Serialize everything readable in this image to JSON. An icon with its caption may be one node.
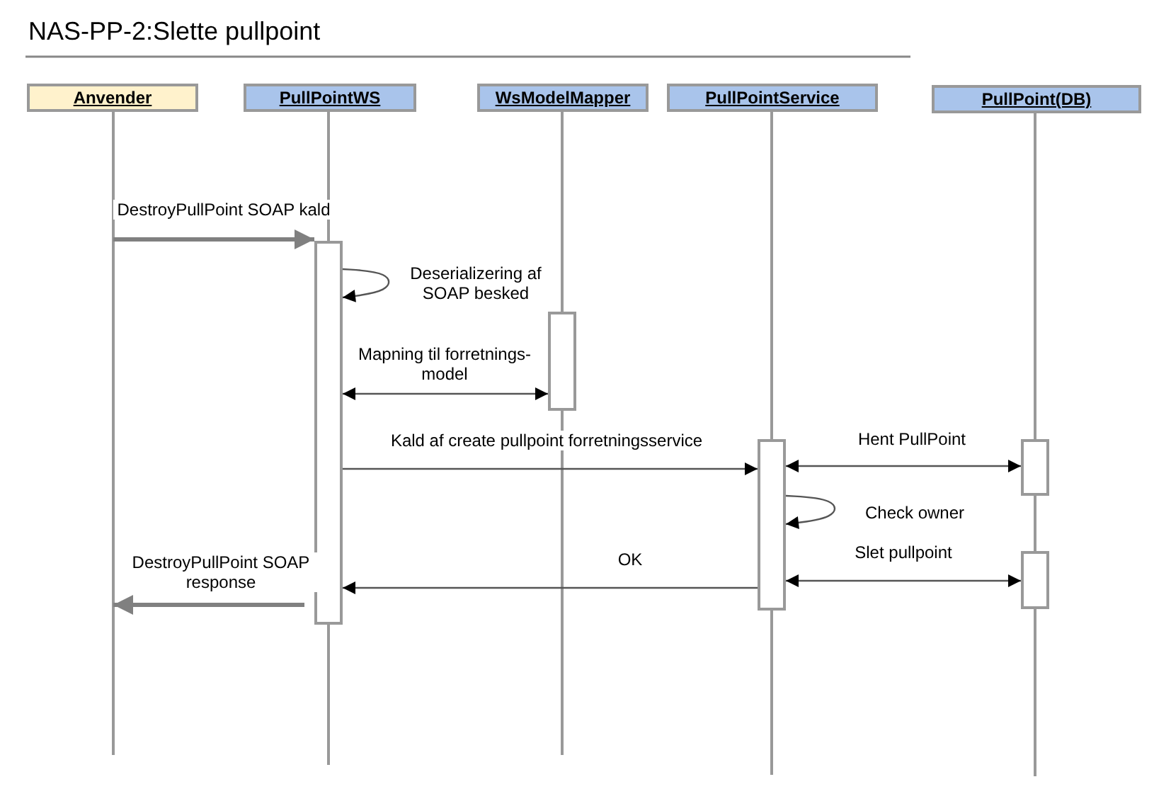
{
  "diagram": {
    "title": "NAS-PP-2:Slette pullpoint",
    "nodes": [
      {
        "text": [
          "Anvender"
        ]
      },
      {
        "text": [
          "PullPointWS"
        ]
      },
      {
        "text": [
          "WsModelMapper"
        ]
      },
      {
        "text": [
          "PullPointService"
        ]
      },
      {
        "text": [
          "PullPoint(DB)"
        ]
      },
      {
        "text": [],
        "shape": "bar",
        "in": 1
      },
      {
        "text": [],
        "shape": "bar",
        "in": 2
      },
      {
        "text": [],
        "shape": "bar",
        "in": 3
      },
      {
        "text": [],
        "shape": "bar",
        "in": 4
      },
      {
        "text": [],
        "shape": "bar",
        "in": 4
      }
    ],
    "edges": [
      {
        "from": 0,
        "to": 5,
        "arrow": "to",
        "label": "DestroyPullPoint SOAP kald",
        "style": "thick",
        "color": "#808080"
      },
      {
        "from": 5,
        "to": 5,
        "arrow": "to",
        "label": "Deserializering af SOAP besked"
      },
      {
        "from": 5,
        "to": 6,
        "arrow": "both",
        "label": "Mapning til forretnings- model"
      },
      {
        "from": 5,
        "to": 7,
        "arrow": "to",
        "label": "Kald af create pullpoint forretningsservice"
      },
      {
        "from": 7,
        "to": 8,
        "arrow": "both",
        "label": "Hent PullPoint"
      },
      {
        "from": 7,
        "to": 7,
        "arrow": "to",
        "label": "Check owner"
      },
      {
        "from": 7,
        "to": 9,
        "arrow": "both",
        "label": "Slet pullpoint"
      },
      {
        "from": 7,
        "to": 5,
        "arrow": "to",
        "label": "OK"
      },
      {
        "from": 5,
        "to": 0,
        "arrow": "to",
        "label": "DestroyPullPoint SOAP response",
        "style": "thick",
        "color": "#808080"
      }
    ]
  }
}
